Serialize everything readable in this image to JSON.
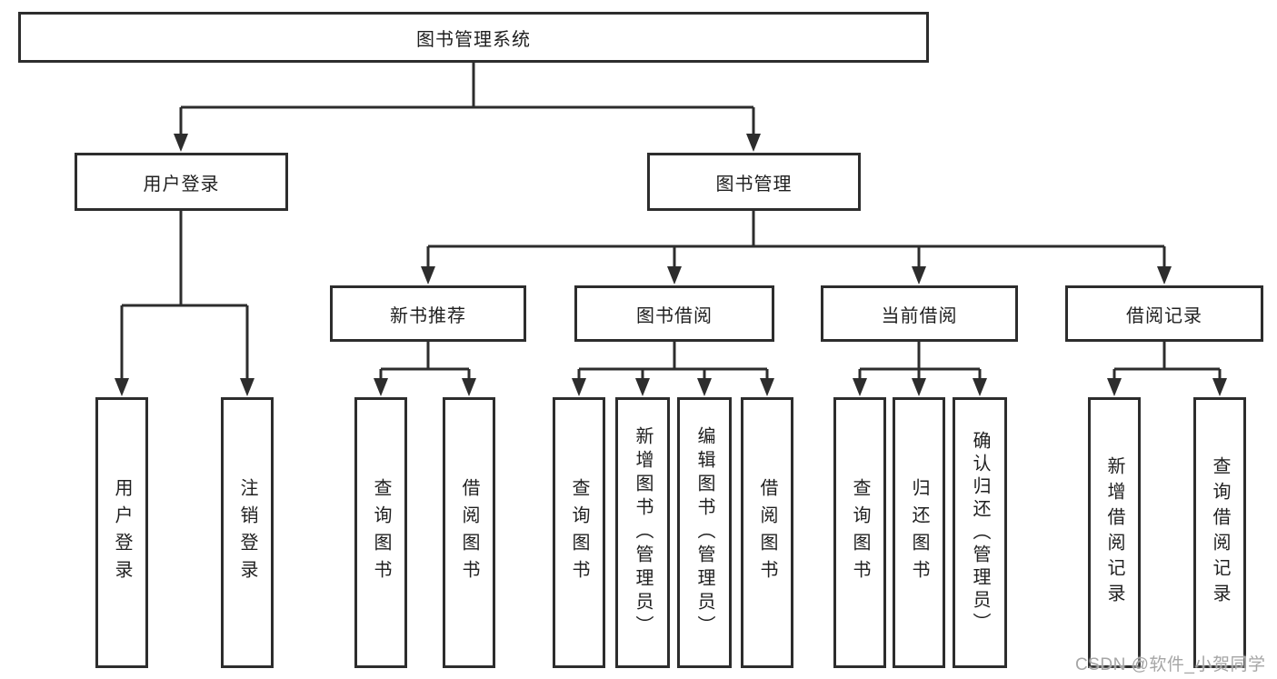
{
  "diagram": {
    "title": "图书管理系统",
    "colors": {
      "line": "#2d2d2d",
      "box_border": "#2d2d2d",
      "box_fill": "#ffffff",
      "text": "#1f1f1f",
      "watermark": "#a6a6a6",
      "background": "#ffffff"
    },
    "nodes": {
      "root": "图书管理系统",
      "branch_user_login": "用户登录",
      "branch_book_management": "图书管理",
      "group_new_book_recommend": "新书推荐",
      "group_book_borrowing": "图书借阅",
      "group_current_borrowing": "当前借阅",
      "group_borrowing_records": "借阅记录",
      "leaves": {
        "user_login": "用户登录",
        "logout": "注销登录",
        "nb_query_books": "查询图书",
        "nb_borrow_books": "借阅图书",
        "bb_query_books": "查询图书",
        "bb_add_books": "新增图书（管理员）",
        "bb_edit_books": "编辑图书（管理员）",
        "bb_borrow_books": "借阅图书",
        "cb_query_books": "查询图书",
        "cb_return_books": "归还图书",
        "cb_confirm_return": "确认归还（管理员）",
        "br_add_record": "新增借阅记录",
        "br_query_record": "查询借阅记录"
      }
    }
  },
  "watermark": "CSDN @软件_小贺同学"
}
